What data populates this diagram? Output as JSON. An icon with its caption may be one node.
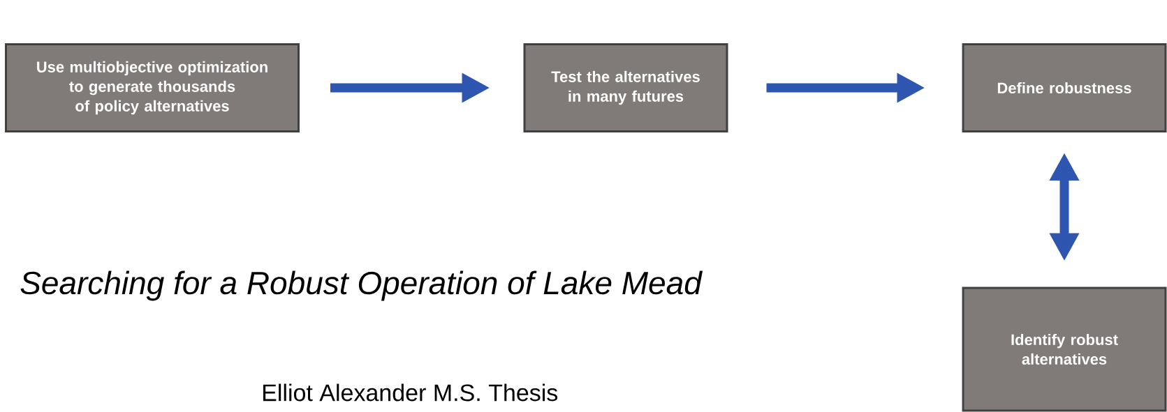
{
  "diagram": {
    "title": "Searching for a Robust Operation of Lake Mead",
    "nodes": [
      {
        "text": [
          "Use multiobjective optimization to generate thousands of policy alternatives"
        ]
      },
      {
        "text": [
          "Test the alternatives in many futures"
        ]
      },
      {
        "text": [
          "Define robustness"
        ]
      },
      {
        "text": [
          "Identify robust alternatives"
        ]
      }
    ],
    "edges": [
      {
        "from": 0,
        "to": 1,
        "arrow": "to"
      },
      {
        "from": 1,
        "to": 2,
        "arrow": "to"
      },
      {
        "from": 2,
        "to": 3,
        "arrow": "both"
      }
    ],
    "labels": [
      "Elliot Alexander M.S. Thesis"
    ]
  }
}
